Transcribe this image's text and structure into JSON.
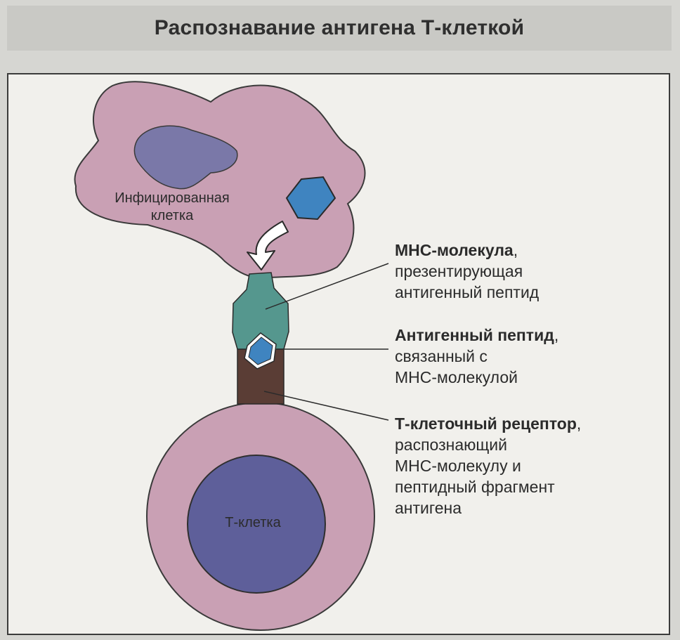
{
  "title": "Распознавание антигена Т-клеткой",
  "infected_cell": {
    "label_line1": "Инфицированная",
    "label_line2": "клетка"
  },
  "t_cell": {
    "label": "Т-клетка"
  },
  "callouts": [
    {
      "bold": "МНС-молекула",
      "suffix": ",",
      "lines": [
        "презентирующая",
        "антигенный пептид"
      ]
    },
    {
      "bold": "Антигенный пептид",
      "suffix": ",",
      "lines": [
        "связанный с",
        "МНС-молекулой"
      ]
    },
    {
      "bold": "Т-клеточный рецептор",
      "suffix": ",",
      "lines": [
        "распознающий",
        "МНС-молекулу и",
        "пептидный фрагмент",
        "антигена"
      ]
    }
  ],
  "colors": {
    "cell_pink": "#c9a0b4",
    "nucleus_blue": "#7a78a8",
    "antigen_blue": "#3f84c0",
    "mhc_teal": "#55978e",
    "receptor_brown": "#5a3d35",
    "background": "#f1f0ec"
  },
  "icons": {
    "arrow": "curved-arrow-down-icon"
  }
}
